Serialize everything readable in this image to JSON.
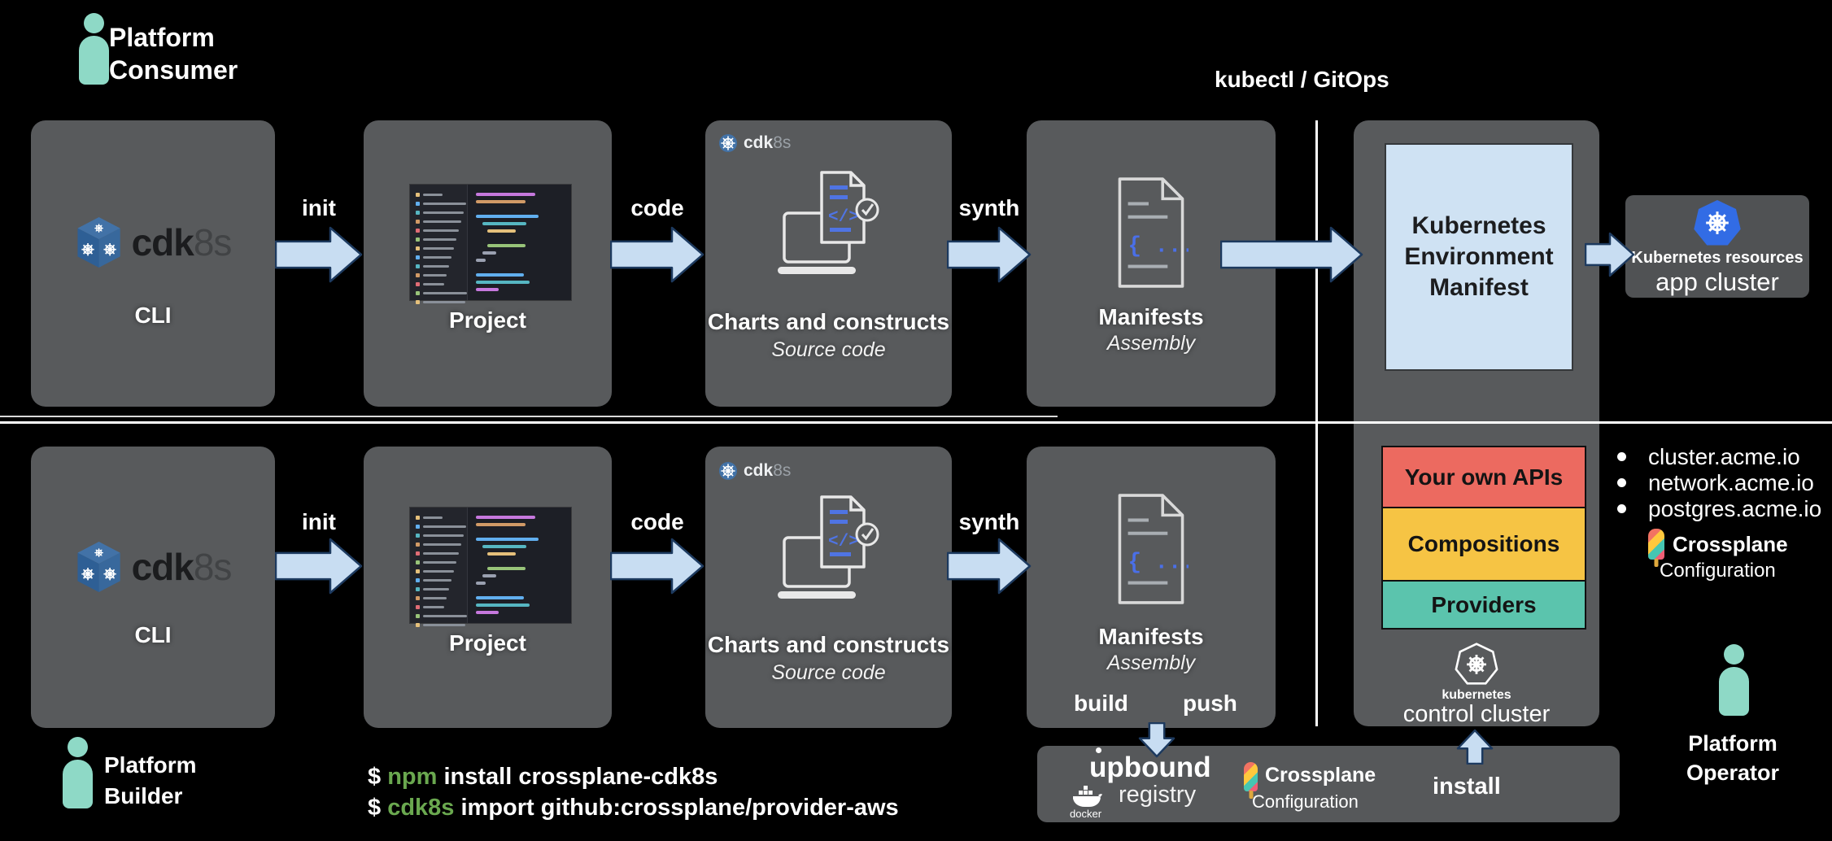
{
  "people": {
    "consumer": {
      "line1": "Platform",
      "line2": "Consumer"
    },
    "builder": {
      "line1": "Platform",
      "line2": "Builder"
    },
    "operator": {
      "line1": "Platform",
      "line2": "Operator"
    }
  },
  "deploy_label": "kubectl / GitOps",
  "cdk8s": {
    "cdk": "cdk",
    "es": "8s"
  },
  "top": {
    "arrow_init": "init",
    "arrow_code": "code",
    "arrow_synth": "synth",
    "cli": "CLI",
    "project": "Project",
    "charts": "Charts and constructs",
    "charts_sub": "Source code",
    "manifests": "Manifests",
    "manifests_sub": "Assembly"
  },
  "bottom": {
    "arrow_init": "init",
    "arrow_code": "code",
    "arrow_synth": "synth",
    "cli": "CLI",
    "project": "Project",
    "charts": "Charts and constructs",
    "charts_sub": "Source code",
    "manifests": "Manifests",
    "manifests_sub": "Assembly",
    "build": "build",
    "push": "push"
  },
  "env_manifest": {
    "line1": "Kubernetes",
    "line2": "Environment",
    "line3": "Manifest"
  },
  "app_cluster": {
    "title": "Kubernetes resources",
    "name": "app cluster"
  },
  "control": {
    "apis": "Your own APIs",
    "compositions": "Compositions",
    "providers": "Providers",
    "kubernetes": "kubernetes",
    "name": "control cluster",
    "install": "install"
  },
  "registry": {
    "brand": "upbound",
    "name": "registry",
    "docker": "docker",
    "crossplane": "Crossplane",
    "configuration": "Configuration"
  },
  "crossplane_note": {
    "brand": "Crossplane",
    "configuration": "Configuration"
  },
  "apis_list": [
    "cluster.acme.io",
    "network.acme.io",
    "postgres.acme.io"
  ],
  "commands": {
    "l1_prompt": "$ ",
    "l1_bin": "npm",
    "l1_rest": " install crossplane-cdk8s",
    "l2_prompt": "$ ",
    "l2_bin": "cdk8s",
    "l2_rest": " import github:crossplane/provider-aws"
  },
  "colors": {
    "background": "#000000",
    "panel_gray": "#585a5c",
    "arrow_fill": "#c8ddf2",
    "arrow_stroke": "#1d3a5f",
    "manifest_panel": "#cfe2f3",
    "apis_red": "#ec6a60",
    "compositions_yellow": "#f6c444",
    "providers_teal": "#5bc4ad",
    "kubernetes_blue": "#326ce5",
    "person_teal": "#8ed9c6",
    "command_green": "#6aa84f"
  }
}
